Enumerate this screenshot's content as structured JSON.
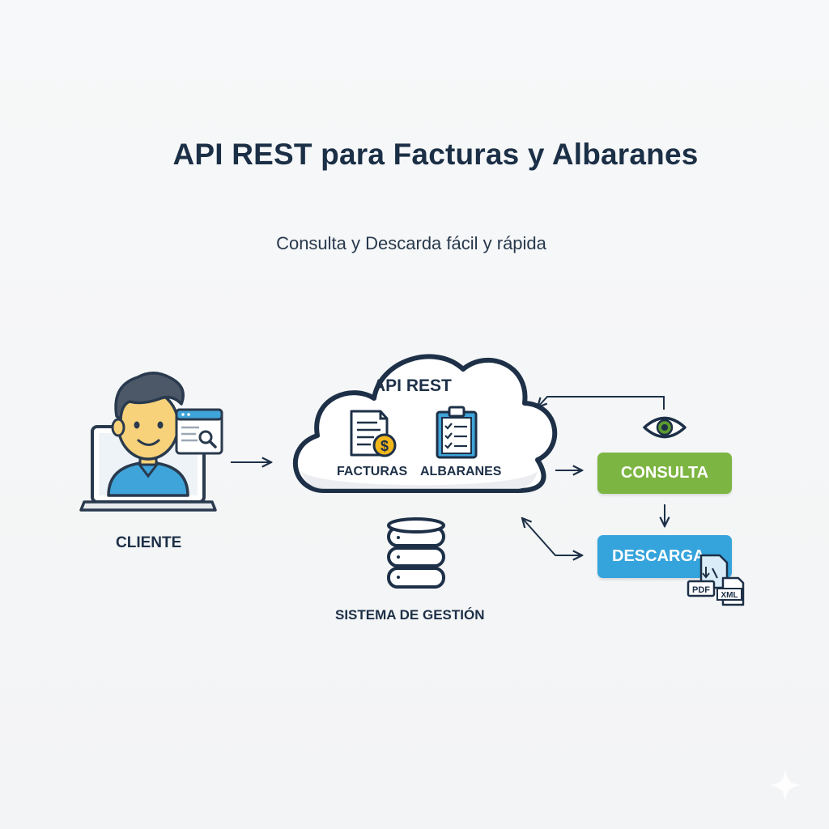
{
  "header": {
    "title": "API REST para Facturas y Albaranes",
    "subtitle": "Consulta y Descarda fácil y rápida"
  },
  "nodes": {
    "client": {
      "label": "CLIENTE",
      "icon": "user-laptop-icon"
    },
    "api": {
      "title": "API REST",
      "items": [
        {
          "label": "FACTURAS",
          "icon": "invoice-dollar-icon"
        },
        {
          "label": "ALBARANES",
          "icon": "clipboard-checklist-icon"
        }
      ]
    },
    "database": {
      "label": "SISTEMA DE GESTIÓN",
      "icon": "database-icon"
    },
    "actions": {
      "consulta": {
        "label": "CONSULTA",
        "icon": "eye-icon"
      },
      "descarga": {
        "label": "DESCARGA",
        "files": [
          "PDF",
          "XML"
        ]
      }
    }
  },
  "colors": {
    "navy": "#1d3047",
    "green": "#7db542",
    "blue": "#35a3dc",
    "gold": "#f2b71b",
    "skin": "#f7d27a",
    "shirt": "#3fa4d9",
    "hair": "#4c5868"
  }
}
